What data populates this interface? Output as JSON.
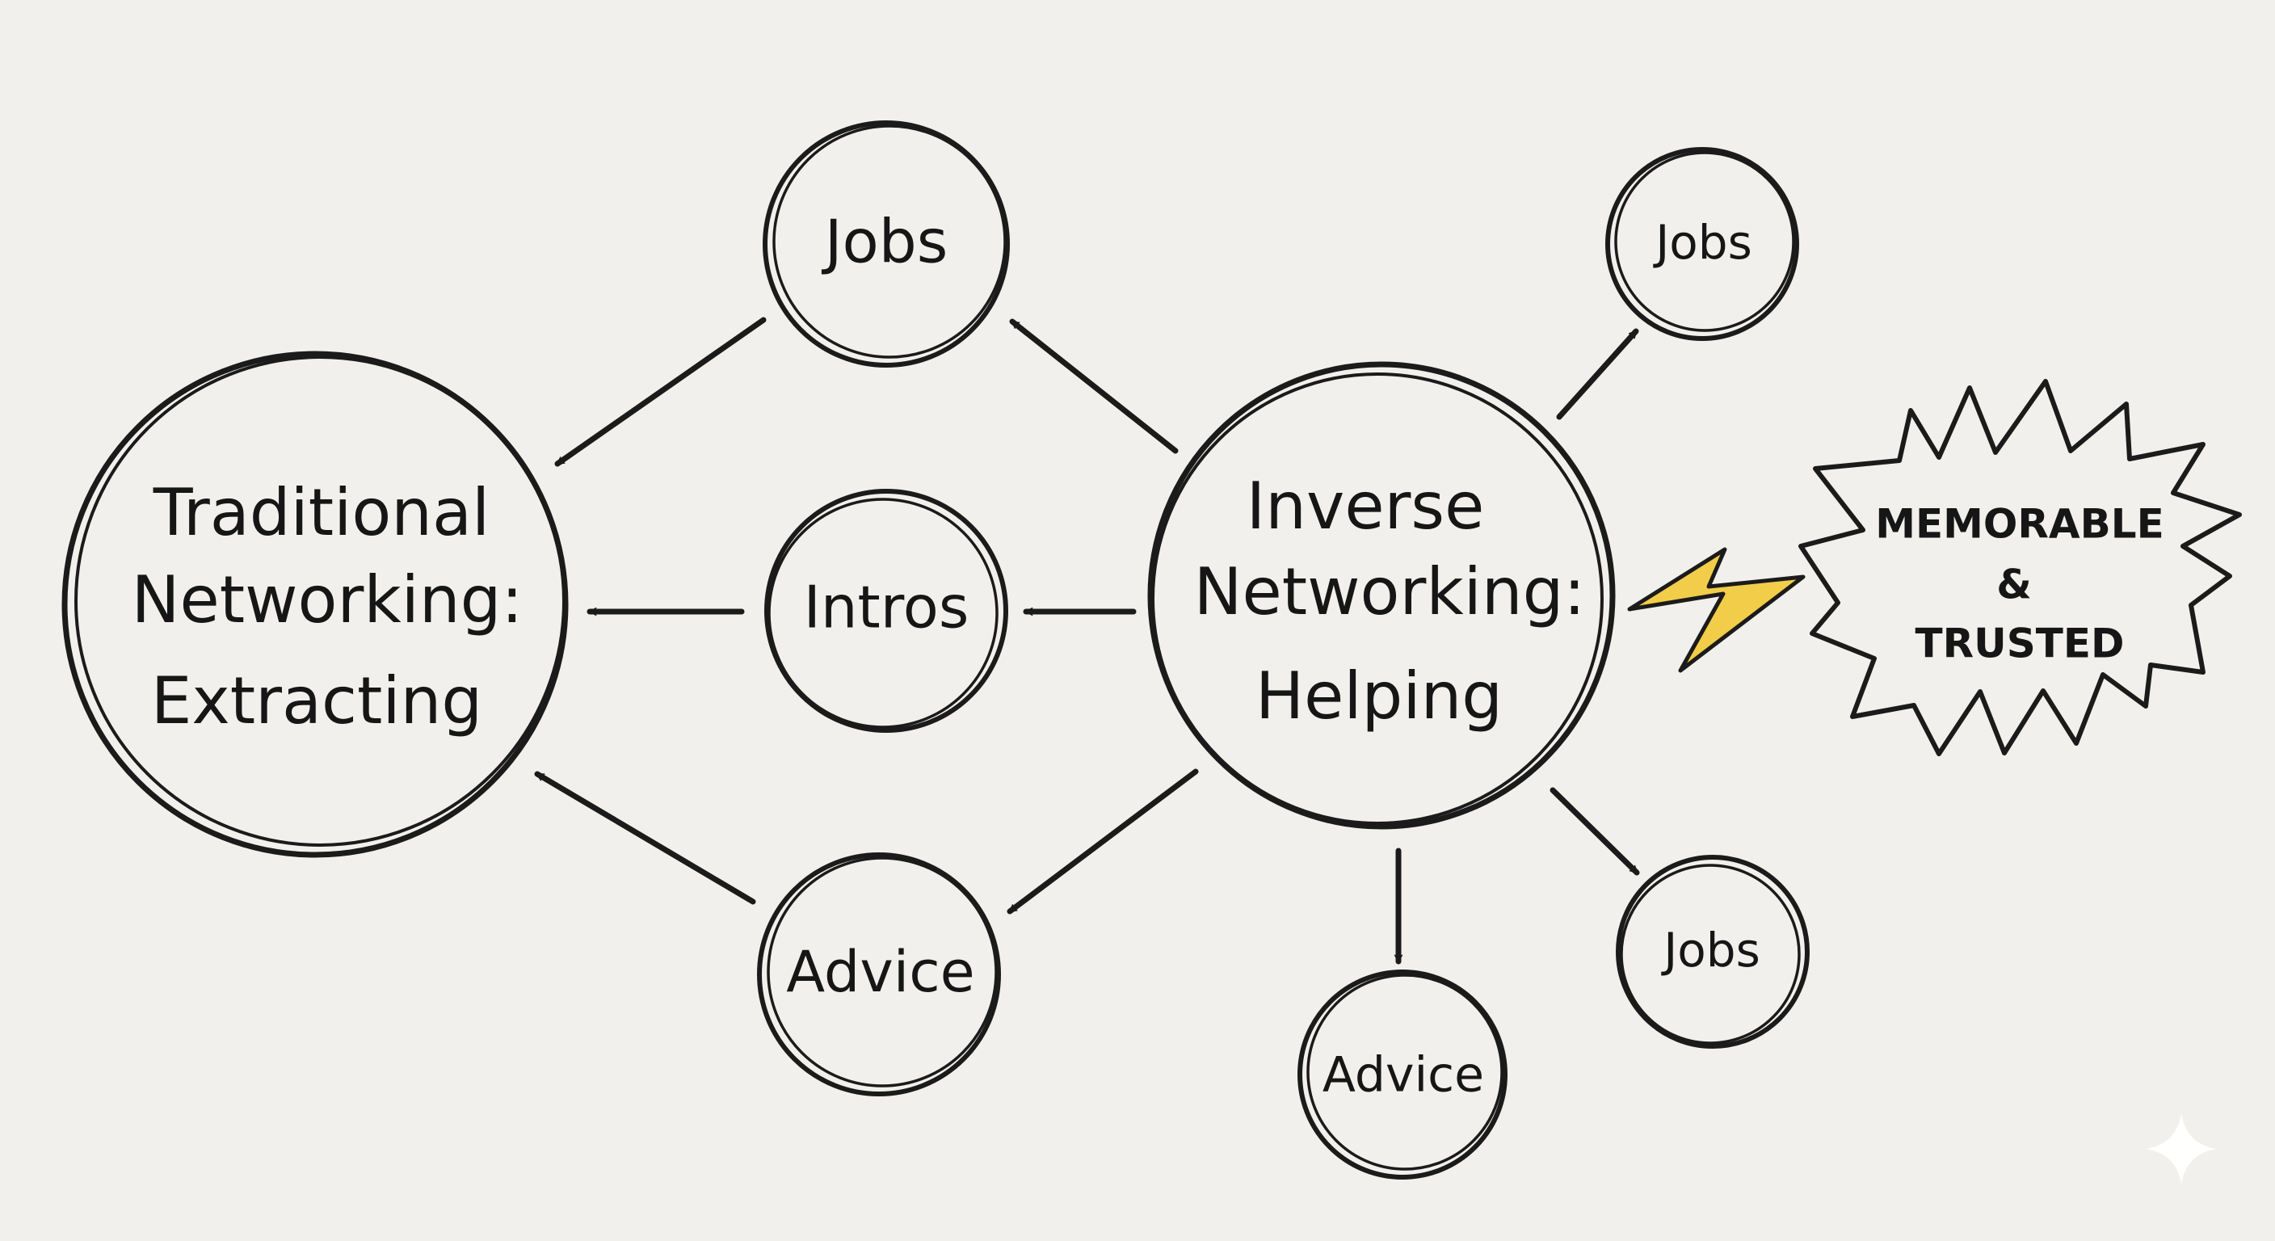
{
  "diagram": {
    "traditional": {
      "lines": [
        "Traditional",
        "Networking:",
        "Extracting"
      ]
    },
    "inverse": {
      "lines": [
        "Inverse",
        "Networking:",
        "Helping"
      ]
    },
    "left_nodes": {
      "jobs": "Jobs",
      "intros": "Intros",
      "advice": "Advice"
    },
    "right_nodes": {
      "jobs_top": "Jobs",
      "jobs_bottom": "Jobs",
      "advice": "Advice"
    },
    "burst": {
      "lines": [
        "MEMORABLE",
        "&",
        "TRUSTED"
      ]
    },
    "colors": {
      "background": "#f1f0ec",
      "ink": "#1b1b1b",
      "bolt": "#f2cd4a"
    }
  }
}
